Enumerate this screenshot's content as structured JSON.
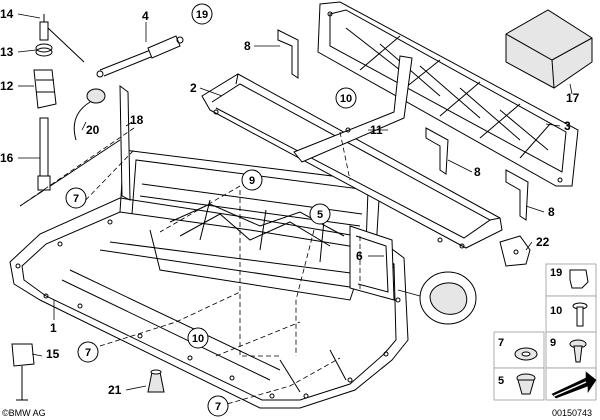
{
  "callouts": {
    "c1": "1",
    "c2": "2",
    "c3": "3",
    "c4": "4",
    "c5": "5",
    "c6": "6",
    "c7a": "7",
    "c7b": "7",
    "c7c": "7",
    "c8a": "8",
    "c8b": "8",
    "c8c": "8",
    "c9": "9",
    "c10a": "10",
    "c10b": "10",
    "c11": "11",
    "c12": "12",
    "c13": "13",
    "c14": "14",
    "c15": "15",
    "c16": "16",
    "c17": "17",
    "c18": "18",
    "c19": "19",
    "c20": "20",
    "c21": "21",
    "c22": "22"
  },
  "legend": {
    "l19": "19",
    "l10": "10",
    "l7": "7",
    "l9": "9",
    "l5": "5"
  },
  "footer": {
    "copyright": "©BMW AG",
    "drawing_number": "00150743"
  },
  "icons": [
    "arrow-icon"
  ],
  "colors": {
    "line": "#000000",
    "legend_border": "#999999",
    "part_shade": "#e6e6e6"
  }
}
